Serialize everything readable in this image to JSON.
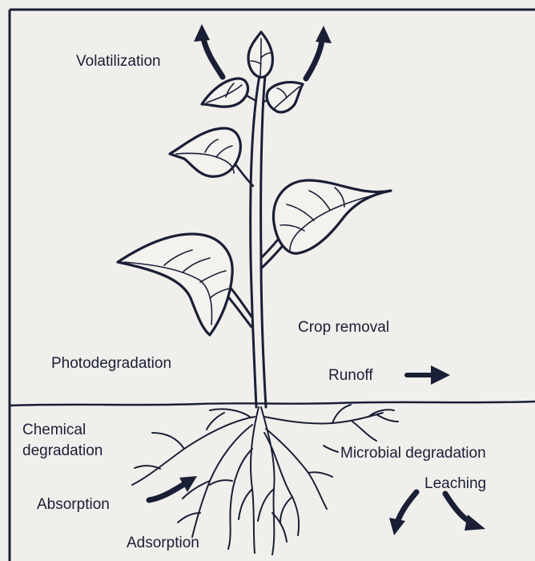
{
  "colors": {
    "background": "#f1efec",
    "ink": "#1a1f36"
  },
  "labels": {
    "volatilization": "Volatilization",
    "crop_removal": "Crop removal",
    "photodegradation": "Photodegradation",
    "runoff": "Runoff",
    "chemical_line1": "Chemical",
    "chemical_line2": "degradation",
    "microbial_degradation": "Microbial degradation",
    "leaching": "Leaching",
    "absorption": "Absorption",
    "adsorption": "Adsorption"
  }
}
